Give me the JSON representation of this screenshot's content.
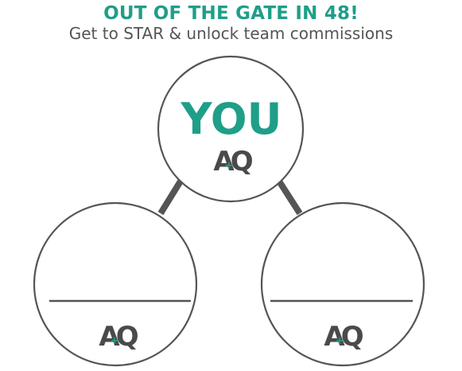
{
  "heading": "OUT OF THE GATE IN 48!",
  "subheading": "Get to STAR & unlock team commissions",
  "top_node": {
    "label": "YOU",
    "logo": "AQ"
  },
  "child_nodes": [
    {
      "logo": "AQ"
    },
    {
      "logo": "AQ"
    }
  ],
  "colors": {
    "accent": "#1f9e88",
    "logo": "#4a4a4a",
    "logo_plus": "#1f9e88",
    "line": "#555555",
    "subheading": "#555555"
  }
}
